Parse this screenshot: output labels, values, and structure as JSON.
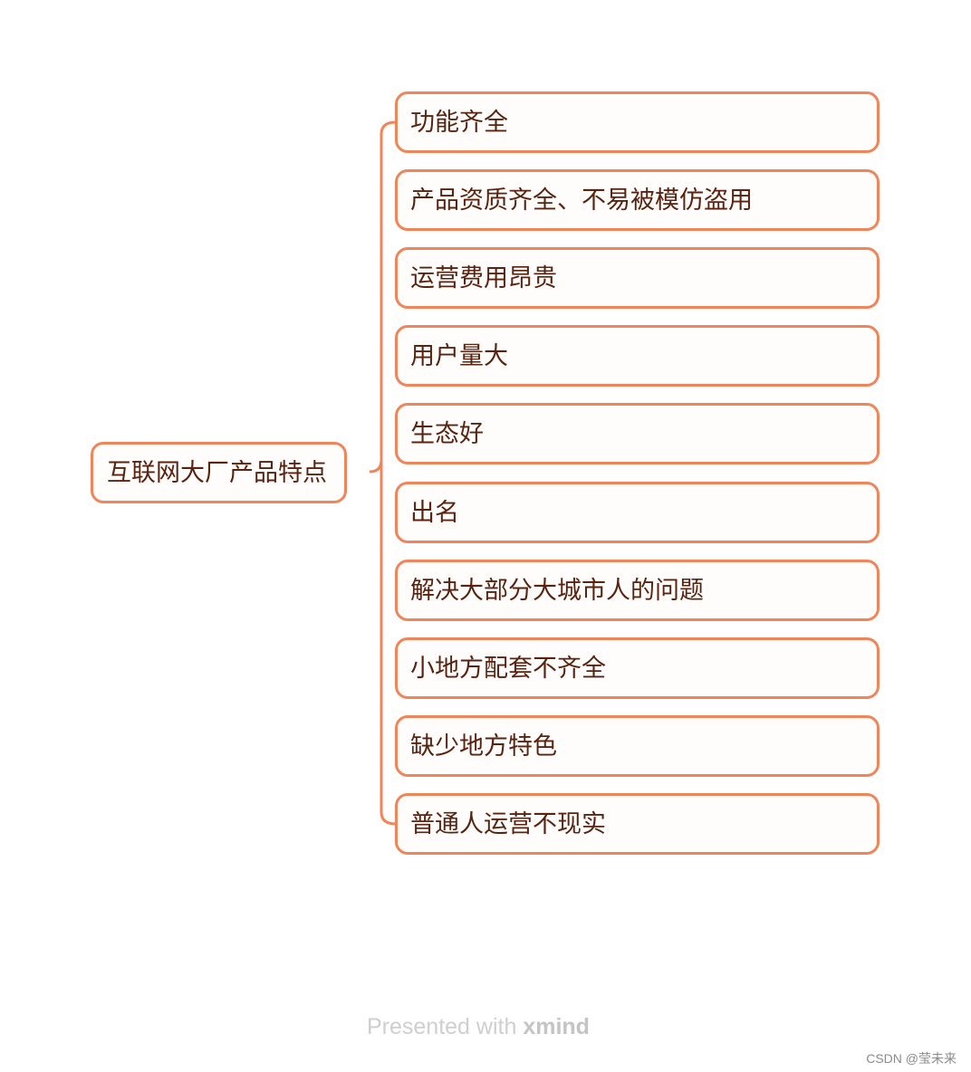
{
  "mindmap": {
    "root": "互联网大厂产品特点",
    "children": [
      "功能齐全",
      "产品资质齐全、不易被模仿盗用",
      "运营费用昂贵",
      "用户量大",
      "生态好",
      "出名",
      "解决大部分大城市人的问题",
      "小地方配套不齐全",
      "缺少地方特色",
      "普通人运营不现实"
    ]
  },
  "footer": {
    "prefix": "Presented with ",
    "brand": "xmind"
  },
  "watermark": "CSDN @莹未来",
  "colors": {
    "border": "#f0855a",
    "text": "#5a2310",
    "footer": "#cfcfcf"
  }
}
